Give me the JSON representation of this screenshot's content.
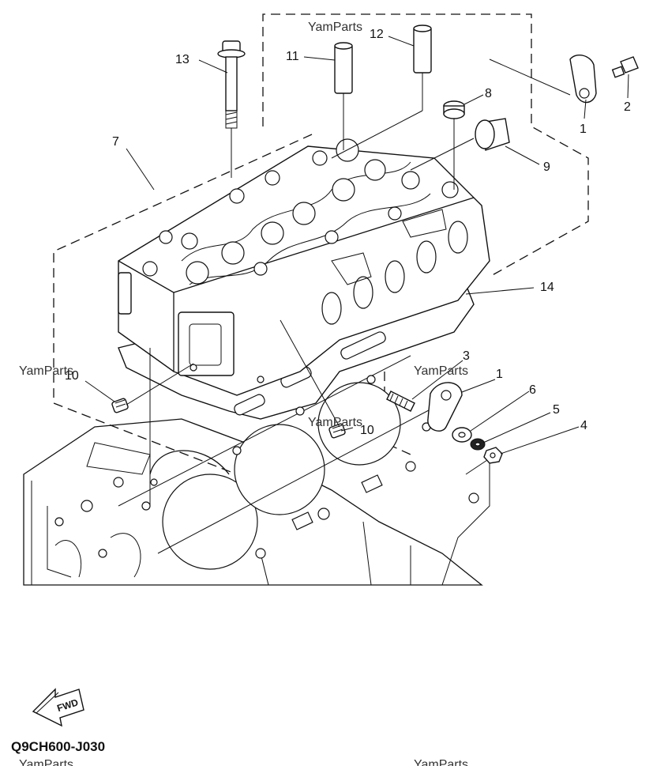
{
  "diagram": {
    "part_code": "Q9CH600-J030",
    "fwd_label": "FWD",
    "watermark": "YamParts",
    "callouts": [
      {
        "id": "c1a",
        "label": "1"
      },
      {
        "id": "c2",
        "label": "2"
      },
      {
        "id": "c3",
        "label": "3"
      },
      {
        "id": "c1b",
        "label": "1"
      },
      {
        "id": "c4",
        "label": "4"
      },
      {
        "id": "c5",
        "label": "5"
      },
      {
        "id": "c6",
        "label": "6"
      },
      {
        "id": "c7",
        "label": "7"
      },
      {
        "id": "c8",
        "label": "8"
      },
      {
        "id": "c9",
        "label": "9"
      },
      {
        "id": "c10a",
        "label": "10"
      },
      {
        "id": "c10b",
        "label": "10"
      },
      {
        "id": "c11",
        "label": "11"
      },
      {
        "id": "c12",
        "label": "12"
      },
      {
        "id": "c13",
        "label": "13"
      },
      {
        "id": "c14",
        "label": "14"
      }
    ]
  }
}
